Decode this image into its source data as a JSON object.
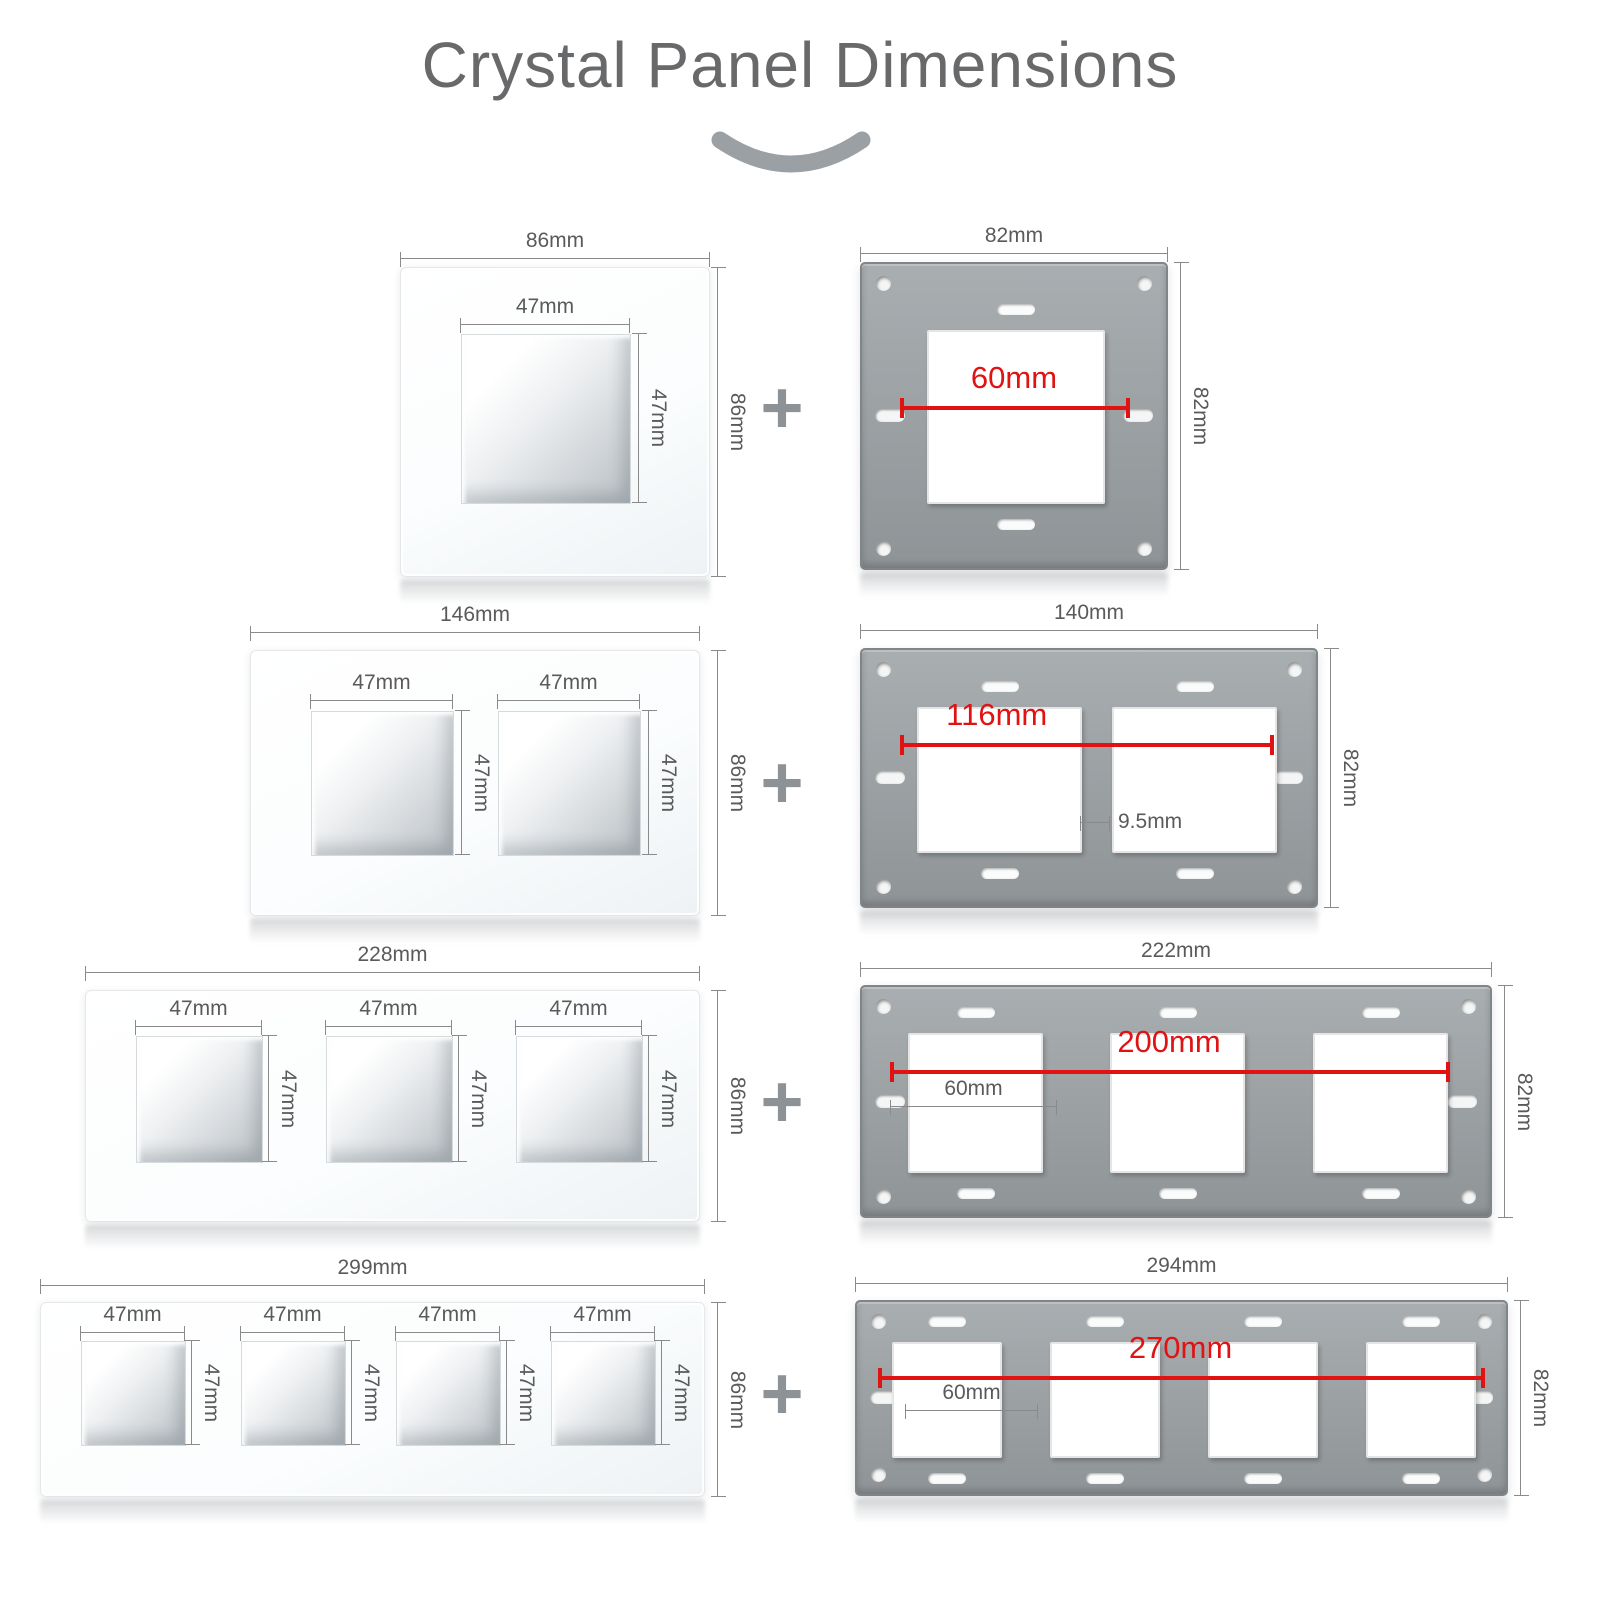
{
  "title": "Crystal Panel Dimensions",
  "plus_sign": "+",
  "colors": {
    "red": "#e01212",
    "line": "#8a8a8a",
    "txt": "#5a5a5a"
  },
  "rows": [
    {
      "name": "1-gang",
      "panel": {
        "width_label": "86mm",
        "height_label": "86mm",
        "cutouts": [
          {
            "w_label": "47mm",
            "h_label": "47mm"
          }
        ]
      },
      "frame": {
        "width_label": "82mm",
        "height_label": "82mm",
        "span_label": "60mm"
      }
    },
    {
      "name": "2-gang",
      "panel": {
        "width_label": "146mm",
        "height_label": "86mm",
        "cutouts": [
          {
            "w_label": "47mm",
            "h_label": "47mm"
          },
          {
            "w_label": "47mm",
            "h_label": "47mm"
          }
        ]
      },
      "frame": {
        "width_label": "140mm",
        "height_label": "82mm",
        "span_label": "116mm",
        "gap_label": "9.5mm"
      }
    },
    {
      "name": "3-gang",
      "panel": {
        "width_label": "228mm",
        "height_label": "86mm",
        "cutouts": [
          {
            "w_label": "47mm",
            "h_label": "47mm"
          },
          {
            "w_label": "47mm",
            "h_label": "47mm"
          },
          {
            "w_label": "47mm",
            "h_label": "47mm"
          }
        ]
      },
      "frame": {
        "width_label": "222mm",
        "height_label": "82mm",
        "span_label": "200mm",
        "module_label": "60mm"
      }
    },
    {
      "name": "4-gang",
      "panel": {
        "width_label": "299mm",
        "height_label": "86mm",
        "cutouts": [
          {
            "w_label": "47mm",
            "h_label": "47mm"
          },
          {
            "w_label": "47mm",
            "h_label": "47mm"
          },
          {
            "w_label": "47mm",
            "h_label": "47mm"
          },
          {
            "w_label": "47mm",
            "h_label": "47mm"
          }
        ]
      },
      "frame": {
        "width_label": "294mm",
        "height_label": "82mm",
        "span_label": "270mm",
        "module_label": "60mm"
      }
    }
  ]
}
